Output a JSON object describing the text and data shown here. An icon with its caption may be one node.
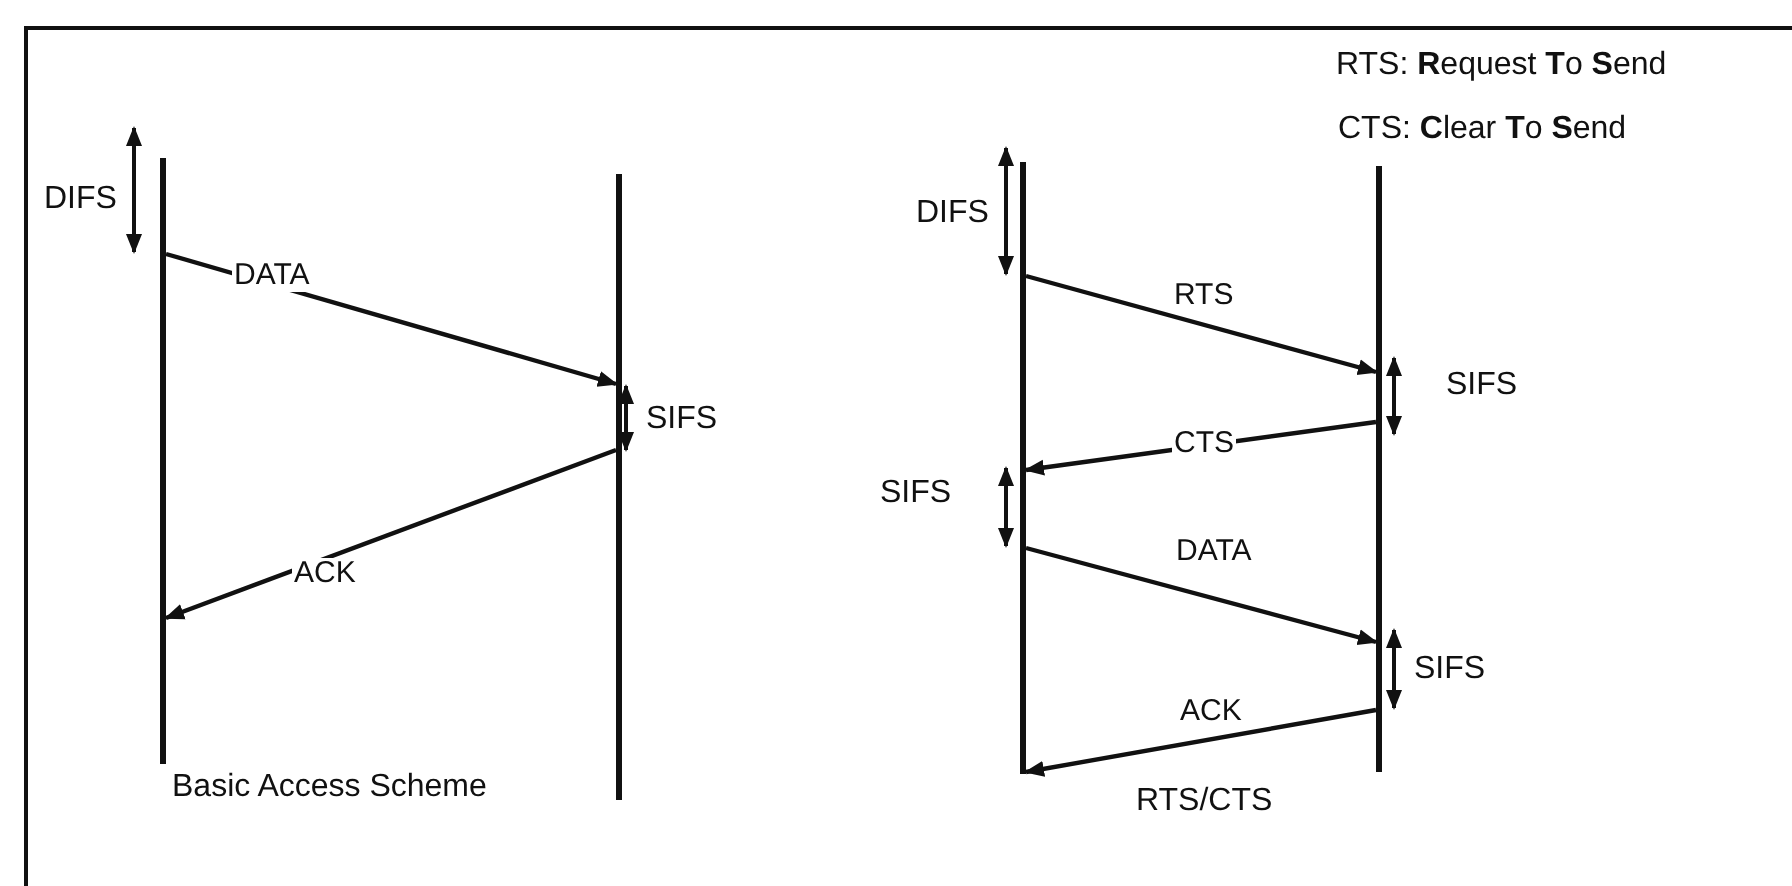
{
  "diagram": {
    "nodes": [
      {
        "text": [],
        "shape": "line"
      },
      {
        "text": [],
        "shape": "line"
      },
      {
        "text": [],
        "shape": "line"
      },
      {
        "text": [],
        "shape": "line"
      }
    ],
    "edges": [
      {
        "from": 0,
        "to": 1,
        "arrow": "to",
        "label": "DATA"
      },
      {
        "from": 1,
        "to": 0,
        "arrow": "to",
        "label": "ACK"
      },
      {
        "from": 2,
        "to": 3,
        "arrow": "to",
        "label": "RTS"
      },
      {
        "from": 3,
        "to": 2,
        "arrow": "to",
        "label": "CTS"
      },
      {
        "from": 2,
        "to": 3,
        "arrow": "to",
        "label": "DATA"
      },
      {
        "from": 3,
        "to": 2,
        "arrow": "to",
        "label": "ACK"
      }
    ],
    "labels": [
      "RTS: **R**equest **T**o **S**end",
      "CTS: **C**lear **T**o **S**end",
      "DIFS",
      "SIFS",
      "Basic Access Scheme",
      "DIFS",
      "SIFS",
      "SIFS",
      "SIFS",
      "RTS/CTS"
    ]
  }
}
